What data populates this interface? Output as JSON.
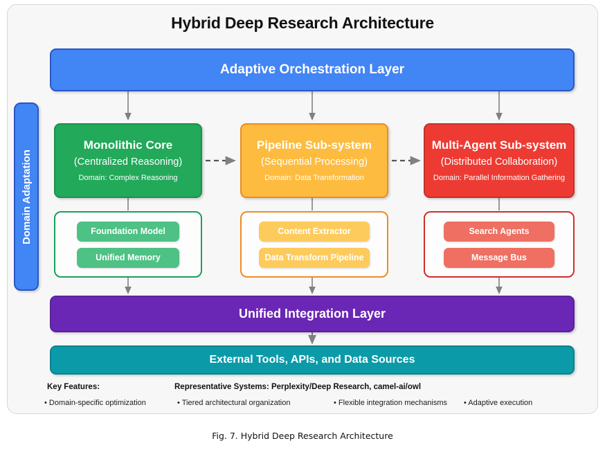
{
  "figure": {
    "title": "Hybrid Deep Research Architecture",
    "caption": "Fig. 7.  Hybrid Deep Research Architecture"
  },
  "colors": {
    "blue": "#4285f4",
    "green": "#22a95a",
    "orange": "#fdbc40",
    "red": "#ed3b33",
    "purple": "#6a27b5",
    "teal": "#0b9aa8",
    "background": "#f7f7f7",
    "connector": "#808080"
  },
  "orchestration": {
    "label": "Adaptive Orchestration Layer"
  },
  "domain_adaptation": {
    "label": "Domain Adaptation"
  },
  "subsystems": [
    {
      "id": "monolithic-core",
      "title": "Monolithic Core",
      "subtitle": "(Centralized Reasoning)",
      "domain": "Domain: Complex Reasoning",
      "components": [
        "Foundation Model",
        "Unified Memory"
      ]
    },
    {
      "id": "pipeline-subsystem",
      "title": "Pipeline Sub-system",
      "subtitle": "(Sequential Processing)",
      "domain": "Domain: Data Transformation",
      "components": [
        "Content Extractor",
        "Data Transform Pipeline"
      ]
    },
    {
      "id": "multiagent-subsystem",
      "title": "Multi-Agent Sub-system",
      "subtitle": "(Distributed Collaboration)",
      "domain": "Domain: Parallel Information Gathering",
      "components": [
        "Search Agents",
        "Message Bus"
      ]
    }
  ],
  "integration": {
    "label": "Unified Integration Layer"
  },
  "external": {
    "label": "External Tools, APIs, and Data Sources"
  },
  "footer": {
    "key_features_label": "Key Features:",
    "representative_systems": "Representative Systems: Perplexity/Deep Research, camel-ai/owl",
    "features": [
      "• Domain-specific optimization",
      "• Tiered architectural organization",
      "• Flexible integration mechanisms",
      "• Adaptive execution"
    ]
  }
}
